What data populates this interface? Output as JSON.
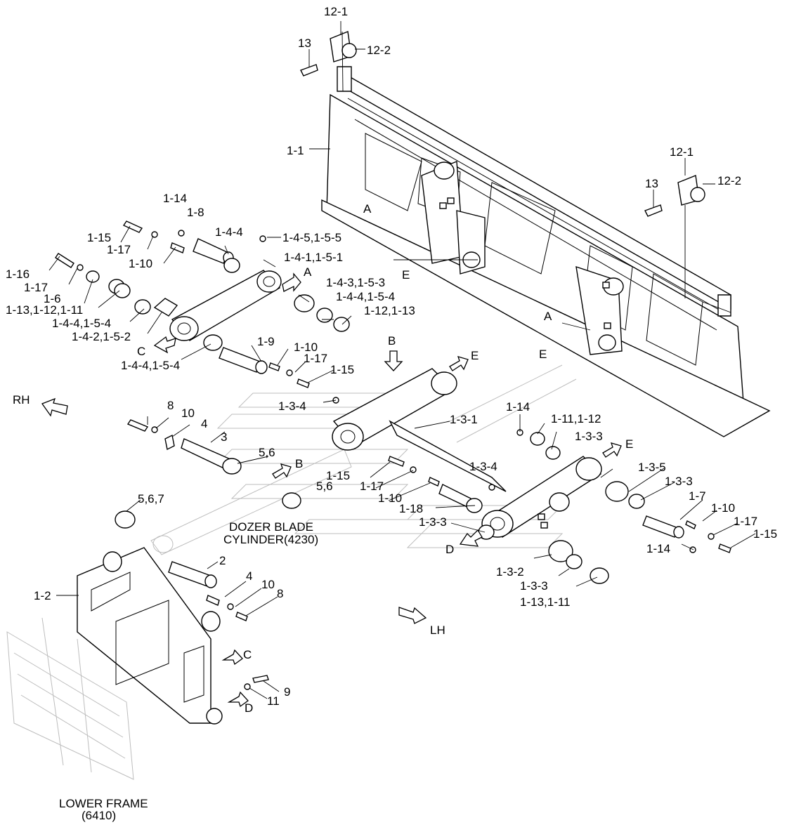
{
  "labels": {
    "l_12_1a": "12-1",
    "l_13a": "13",
    "l_12_2a": "12-2",
    "l_1_1": "1-1",
    "l_12_1b": "12-1",
    "l_13b": "13",
    "l_12_2b": "12-2",
    "l_1_14a": "1-14",
    "l_1_8": "1-8",
    "l_1_15a": "1-15",
    "l_1_17a": "1-17",
    "l_1_10a": "1-10",
    "l_1_4_4a": "1-4-4",
    "l_1_4_5": "1-4-5,1-5-5",
    "l_1_4_1": "1-4-1,1-5-1",
    "l_A1": "A",
    "l_1_16": "1-16",
    "l_1_17b": "1-17",
    "l_1_6": "1-6",
    "l_1_13a": "1-13,1-12,1-11",
    "l_1_4_4b": "1-4-4,1-5-4",
    "l_1_4_2": "1-4-2,1-5-2",
    "l_C1": "C",
    "l_1_4_4c": "1-4-4,1-5-4",
    "l_1_4_3": "1-4-3,1-5-3",
    "l_1_4_4d": "1-4-4,1-5-4",
    "l_1_12_13": "1-12,1-13",
    "l_A2": "A",
    "l_E1": "E",
    "l_A3": "A",
    "l_E2": "E",
    "l_1_9": "1-9",
    "l_1_10b": "1-10",
    "l_1_17c": "1-17",
    "l_1_15b": "1-15",
    "l_B1": "B",
    "l_E3": "E",
    "l_RH": "RH",
    "l_1_3_4a": "1-3-4",
    "l_8a": "8",
    "l_10a": "10",
    "l_4a": "4",
    "l_3": "3",
    "l_5_6a": "5,6",
    "l_B2": "B",
    "l_1_3_1": "1-3-1",
    "l_1_14b": "1-14",
    "l_1_11_12": "1-11,1-12",
    "l_1_3_3a": "1-3-3",
    "l_E4": "E",
    "l_1_15c": "1-15",
    "l_1_17d": "1-17",
    "l_5_6b": "5,6",
    "l_1_3_4b": "1-3-4",
    "l_1_3_5": "1-3-5",
    "l_1_3_3b": "1-3-3",
    "l_1_10c": "1-10",
    "l_1_18": "1-18",
    "l_1_3_3c": "1-3-3",
    "l_1_7": "1-7",
    "l_1_10d": "1-10",
    "l_1_17e": "1-17",
    "l_1_15d": "1-15",
    "l_1_14c": "1-14",
    "l_5_6_7": "5,6,7",
    "l_dozer1": "DOZER BLADE",
    "l_dozer2": "CYLINDER(4230)",
    "l_D1": "D",
    "l_1_3_2": "1-3-2",
    "l_1_3_3d": "1-3-3",
    "l_1_13_11": "1-13,1-11",
    "l_2": "2",
    "l_4b": "4",
    "l_10b": "10",
    "l_8b": "8",
    "l_1_2": "1-2",
    "l_LH": "LH",
    "l_C2": "C",
    "l_9": "9",
    "l_11": "11",
    "l_D2": "D",
    "l_lower1": "LOWER FRAME",
    "l_lower2": "(6410)"
  }
}
